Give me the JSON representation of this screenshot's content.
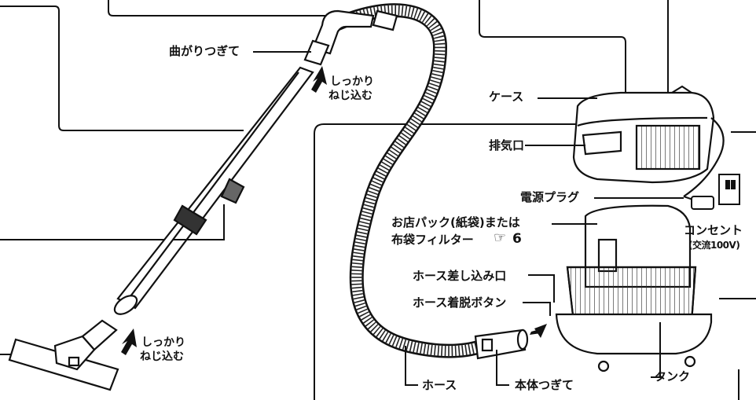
{
  "labels": {
    "elbow_joint": "曲がりつぎて",
    "twist_top_1": "しっかり",
    "twist_top_2": "ねじ込む",
    "twist_bottom_1": "しっかり",
    "twist_bottom_2": "ねじ込む",
    "case": "ケース",
    "exhaust": "排気口",
    "power_plug": "電源プラグ",
    "dust_bag_1": "お店パック(紙袋)または",
    "dust_bag_2": "布袋フィルター",
    "page_ref": "6",
    "outlet": "コンセント",
    "outlet_voltage": "(交流100V)",
    "hose_inlet": "ホース差し込み口",
    "hose_release": "ホース着脱ボタン",
    "hose": "ホース",
    "body_joint": "本体つぎて",
    "tank": "タンク"
  },
  "icons": {
    "hand": "pointing-hand-icon",
    "arrow": "up-arrow-icon"
  }
}
